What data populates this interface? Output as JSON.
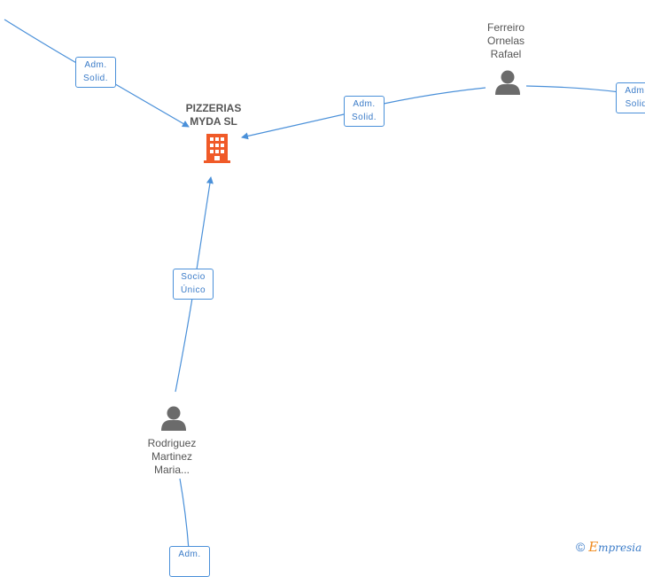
{
  "company": {
    "name_line1": "PIZZERIAS",
    "name_line2": "MYDA SL",
    "icon": "building-icon",
    "icon_color": "#f05a28"
  },
  "people": [
    {
      "name_lines": [
        "Ferreiro",
        "Ornelas",
        "Rafael"
      ],
      "icon": "person-icon"
    },
    {
      "name_lines": [
        "Rodriguez",
        "Martinez",
        "Maria..."
      ],
      "icon": "person-icon"
    }
  ],
  "edge_labels": [
    {
      "lines": [
        "Adm.",
        "Solid."
      ]
    },
    {
      "lines": [
        "Adm.",
        "Solid."
      ]
    },
    {
      "lines": [
        "Adm.",
        "Solid"
      ]
    },
    {
      "lines": [
        "Socio",
        "Único"
      ]
    },
    {
      "lines": [
        "Adm.",
        ""
      ]
    }
  ],
  "watermark": {
    "symbol": "©",
    "brand_initial": "E",
    "brand_rest": "mpresia"
  },
  "colors": {
    "edge": "#4a90d9",
    "text": "#555555",
    "icon_gray": "#6b6b6b"
  }
}
